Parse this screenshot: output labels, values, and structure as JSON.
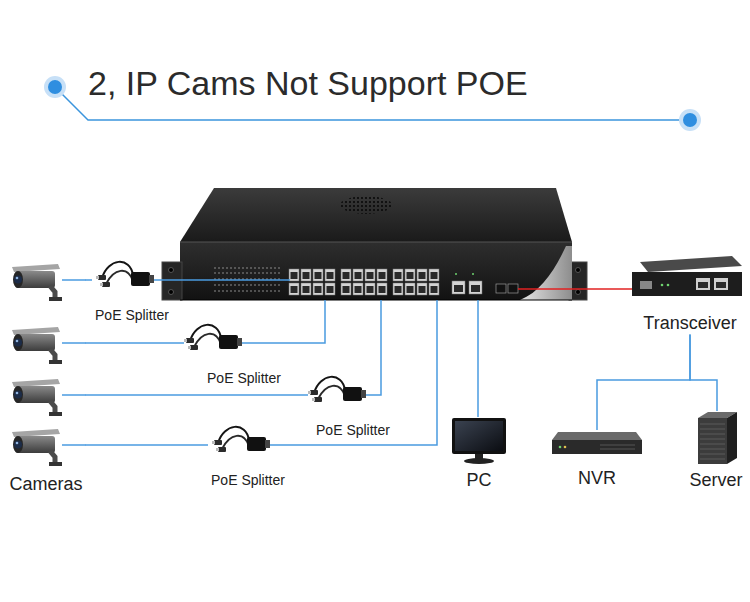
{
  "diagram": {
    "title": "2, IP Cams Not Support POE",
    "nodes": [
      {
        "text": [
          "Transceiver"
        ]
      },
      {
        "text": [
          "PoE Splitter"
        ]
      },
      {
        "text": [
          "PoE Splitter"
        ]
      },
      {
        "text": [
          "PoE Splitter"
        ]
      },
      {
        "text": [
          "Cameras"
        ]
      },
      {
        "text": [
          "PoE Splitter"
        ]
      },
      {
        "text": [
          "PC"
        ]
      },
      {
        "text": [
          "NVR"
        ]
      },
      {
        "text": [
          "Server"
        ]
      }
    ],
    "edges": [
      {
        "from": 4,
        "to": 1,
        "arrow": "none"
      },
      {
        "from": 4,
        "to": 2,
        "arrow": "none"
      },
      {
        "from": 4,
        "to": 3,
        "arrow": "none"
      },
      {
        "from": 4,
        "to": 5,
        "arrow": "none"
      },
      {
        "from": 0,
        "to": 7,
        "arrow": "none"
      },
      {
        "from": 0,
        "to": 8,
        "arrow": "none"
      }
    ]
  }
}
